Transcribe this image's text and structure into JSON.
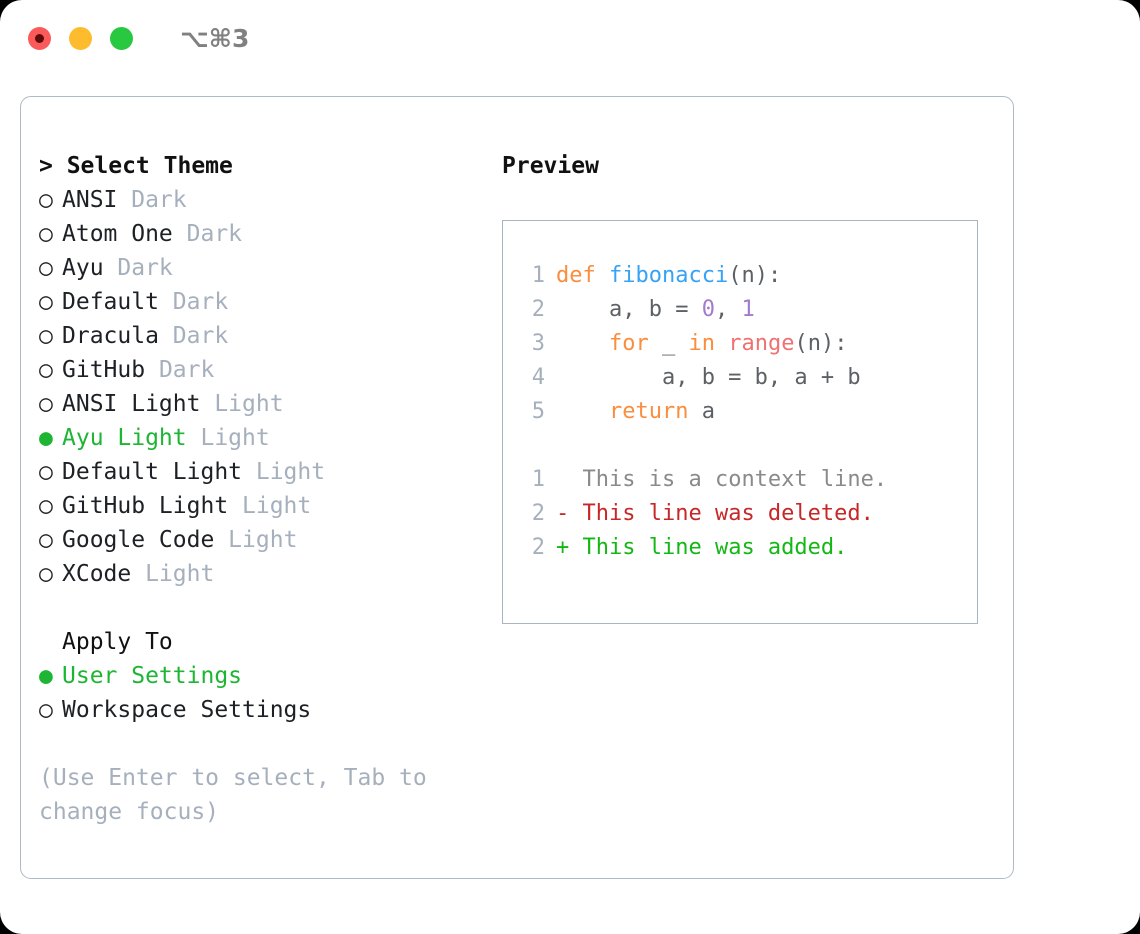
{
  "window": {
    "title": "⌥⌘3",
    "traffic_lights": [
      {
        "name": "close-button",
        "color": "#fb5a5a",
        "recording": true
      },
      {
        "name": "minimize-button",
        "color": "#fdbc2e",
        "recording": false
      },
      {
        "name": "maximize-button",
        "color": "#28c840",
        "recording": false
      }
    ]
  },
  "theme_picker": {
    "heading": "> Select Theme",
    "bullet_unselected": "○",
    "bullet_selected": "●",
    "items": [
      {
        "label": "ANSI",
        "tag": "Dark",
        "selected": false
      },
      {
        "label": "Atom One",
        "tag": "Dark",
        "selected": false
      },
      {
        "label": "Ayu",
        "tag": "Dark",
        "selected": false
      },
      {
        "label": "Default",
        "tag": "Dark",
        "selected": false
      },
      {
        "label": "Dracula",
        "tag": "Dark",
        "selected": false
      },
      {
        "label": "GitHub",
        "tag": "Dark",
        "selected": false
      },
      {
        "label": "ANSI Light",
        "tag": "Light",
        "selected": false
      },
      {
        "label": "Ayu Light",
        "tag": "Light",
        "selected": true
      },
      {
        "label": "Default Light",
        "tag": "Light",
        "selected": false
      },
      {
        "label": "GitHub Light",
        "tag": "Light",
        "selected": false
      },
      {
        "label": "Google Code",
        "tag": "Light",
        "selected": false
      },
      {
        "label": "XCode",
        "tag": "Light",
        "selected": false
      }
    ]
  },
  "apply_to": {
    "heading": "Apply To",
    "items": [
      {
        "label": "User Settings",
        "selected": true
      },
      {
        "label": "Workspace Settings",
        "selected": false
      }
    ]
  },
  "hint": "(Use Enter to select, Tab to change focus)",
  "preview": {
    "heading": "Preview",
    "code_lines": [
      {
        "num": "1",
        "tokens": [
          {
            "t": "def ",
            "c": "kw"
          },
          {
            "t": "fibonacci",
            "c": "fn"
          },
          {
            "t": "(n):",
            "c": "pl"
          }
        ]
      },
      {
        "num": "2",
        "tokens": [
          {
            "t": "    a, b = ",
            "c": "pl"
          },
          {
            "t": "0",
            "c": "num"
          },
          {
            "t": ", ",
            "c": "pl"
          },
          {
            "t": "1",
            "c": "num"
          }
        ]
      },
      {
        "num": "3",
        "tokens": [
          {
            "t": "    ",
            "c": "pl"
          },
          {
            "t": "for",
            "c": "kw"
          },
          {
            "t": " _ ",
            "c": "pl"
          },
          {
            "t": "in",
            "c": "kw"
          },
          {
            "t": " ",
            "c": "pl"
          },
          {
            "t": "range",
            "c": "bi"
          },
          {
            "t": "(n):",
            "c": "pl"
          }
        ]
      },
      {
        "num": "4",
        "tokens": [
          {
            "t": "        a, b = b, a + b",
            "c": "pl"
          }
        ]
      },
      {
        "num": "5",
        "tokens": [
          {
            "t": "    ",
            "c": "pl"
          },
          {
            "t": "return",
            "c": "kw"
          },
          {
            "t": " a",
            "c": "pl"
          }
        ]
      }
    ],
    "diff_lines": [
      {
        "num": "1",
        "marker": "  ",
        "text": "This is a context line.",
        "kind": "ctx"
      },
      {
        "num": "2",
        "marker": "- ",
        "text": "This line was deleted.",
        "kind": "del"
      },
      {
        "num": "2",
        "marker": "+ ",
        "text": "This line was added.",
        "kind": "add"
      }
    ]
  },
  "colors": {
    "accent_green": "#1fb534",
    "muted": "#a6b0bd",
    "keyword": "#fa8d3e",
    "function": "#36a3f7",
    "number": "#a37acc",
    "builtin": "#f07171",
    "diff_add": "#14b814",
    "diff_del": "#c62828",
    "border": "#aab4c2"
  }
}
